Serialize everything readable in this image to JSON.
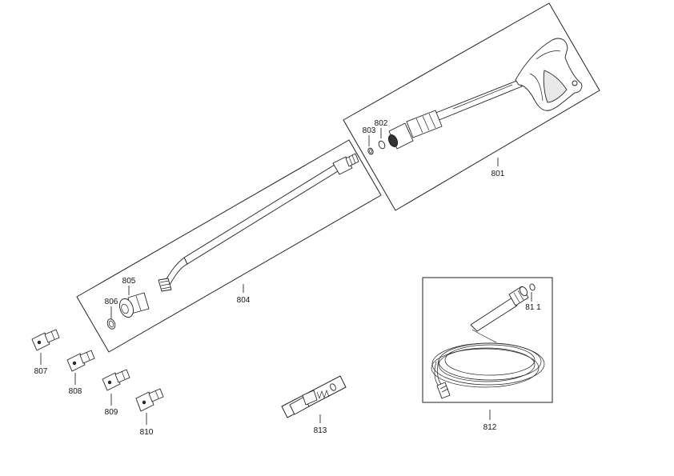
{
  "callouts": {
    "p801": "801",
    "p802": "802",
    "p803": "803",
    "p804": "804",
    "p805": "805",
    "p806": "806",
    "p807": "807",
    "p808": "808",
    "p809": "809",
    "p810": "810",
    "p811": "81 1",
    "p812": "812",
    "p813": "813"
  }
}
